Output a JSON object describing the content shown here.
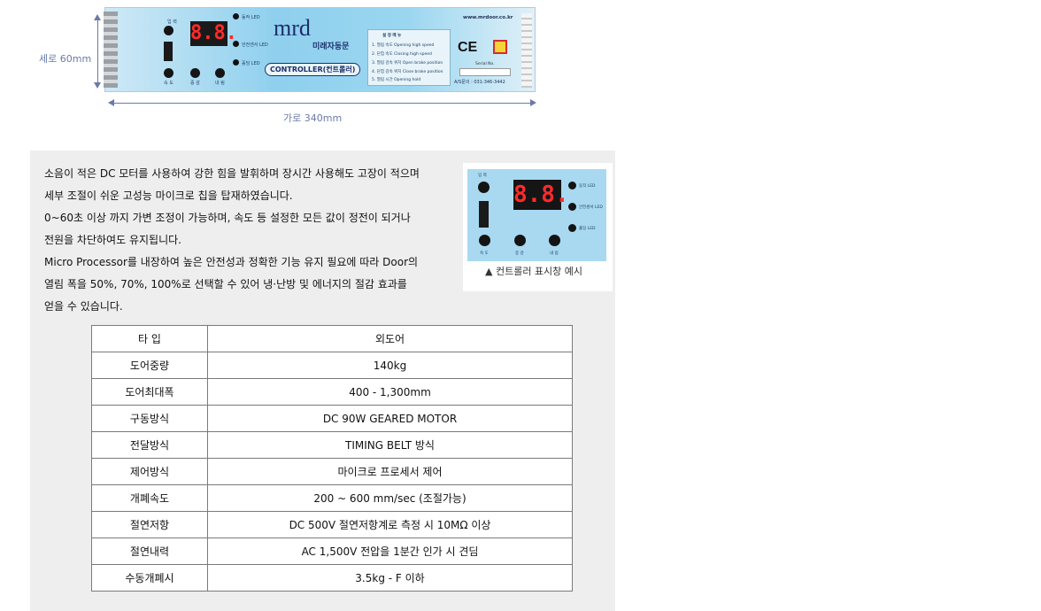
{
  "dimensions": {
    "height_label": "세로 60mm",
    "width_label": "가로 340mm"
  },
  "board": {
    "brand": "mrd",
    "brand_korean": "미래자동문",
    "controller_label": "CONTROLLER(컨트롤러)",
    "display_digits": "8.8.",
    "url": "www.mrdoor.co.kr",
    "serial_label": "Serial No.",
    "as_label": "A/S문의 : 031-346-3442",
    "ce_mark": "CE",
    "menu_title": "설 정 메 뉴",
    "menu_items": [
      "1. 열림 속도    Opening high speed",
      "2. 닫힘 속도    Closing high speed",
      "3. 열림 감속 위치  Open brake position",
      "4. 닫힘 감속 위치  Close brake position",
      "5. 열림 시간    Opening hold"
    ],
    "input_label": "입 력",
    "led_labels": [
      "동작 LED",
      "안전센서 LED",
      "홀딩 LED"
    ],
    "button_labels": [
      "속 도",
      "증 감",
      "내 림"
    ]
  },
  "description": [
    "소음이 적은 DC 모터를 사용하여 강한 힘을 발휘하며 장시간 사용해도 고장이 적으며",
    "세부 조절이 쉬운 고성능 마이크로 칩을 탑재하였습니다.",
    "0~60초  이상 까지 가변 조정이 가능하며, 속도 등 설정한 모든 값이 정전이 되거나",
    "전원을 차단하여도 유지됩니다.",
    "Micro Processor를 내장하여 높은 안전성과 정확한 기능 유지 필요에 따라 Door의",
    "열림 폭을 50%, 70%, 100%로 선택할 수 있어 냉·난방 및 에너지의 절감 효과를",
    "얻을 수 있습니다."
  ],
  "preview": {
    "caption": "▲  컨트롤러 표시창 예시",
    "display_digits": "8.8.",
    "input_label": "입 력",
    "led_labels": [
      "동작 LED",
      "안전센서 LED",
      "홀딩 LED"
    ],
    "button_labels": [
      "속 도",
      "증 감",
      "내 림"
    ]
  },
  "spec_table": [
    {
      "label": "타 입",
      "value": "외도어"
    },
    {
      "label": "도어중량",
      "value": "140kg"
    },
    {
      "label": "도어최대폭",
      "value": "400 - 1,300mm"
    },
    {
      "label": "구동방식",
      "value": "DC 90W GEARED MOTOR"
    },
    {
      "label": "전달방식",
      "value": "TIMING BELT 방식"
    },
    {
      "label": "제어방식",
      "value": "마이크로 프로세서 제어"
    },
    {
      "label": "개폐속도",
      "value": "200 ~ 600 mm/sec (조절가능)"
    },
    {
      "label": "절연저항",
      "value": "DC 500V 절연저항계로 측정 시 10MΩ 이상"
    },
    {
      "label": "절연내력",
      "value": "AC 1,500V 전압을 1분간 인가 시 견딤"
    },
    {
      "label": "수동개폐시",
      "value": "3.5kg - F 이하"
    }
  ]
}
